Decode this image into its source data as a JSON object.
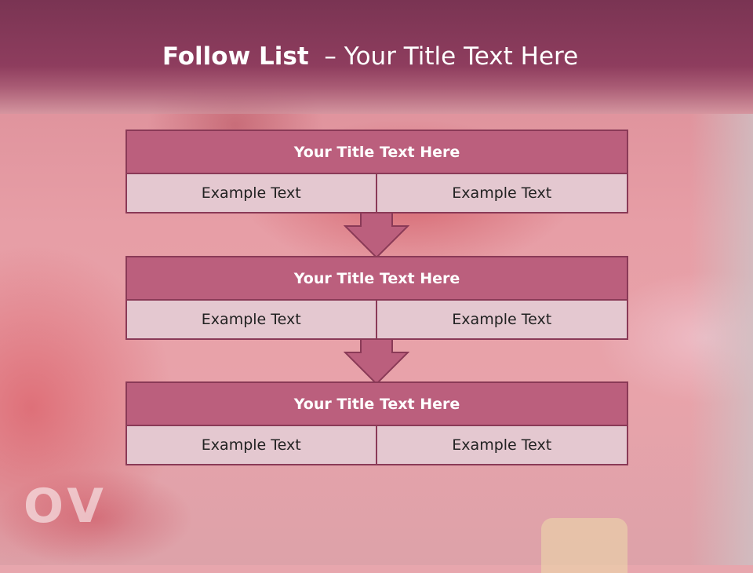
{
  "header": {
    "title_bold": "Follow List",
    "title_rest": "– Your Title Text Here"
  },
  "list": [
    {
      "title": "Your Title Text Here",
      "left": "Example Text",
      "right": "Example Text"
    },
    {
      "title": "Your Title Text Here",
      "left": "Example Text",
      "right": "Example Text"
    },
    {
      "title": "Your Title Text Here",
      "left": "Example Text",
      "right": "Example Text"
    }
  ],
  "colors": {
    "header": "#8e3d5e",
    "box_title": "#bb5f7d",
    "box_cell": "#e4c8d0",
    "border": "#8a3a57"
  },
  "icons": [
    "arrow-down-icon"
  ]
}
